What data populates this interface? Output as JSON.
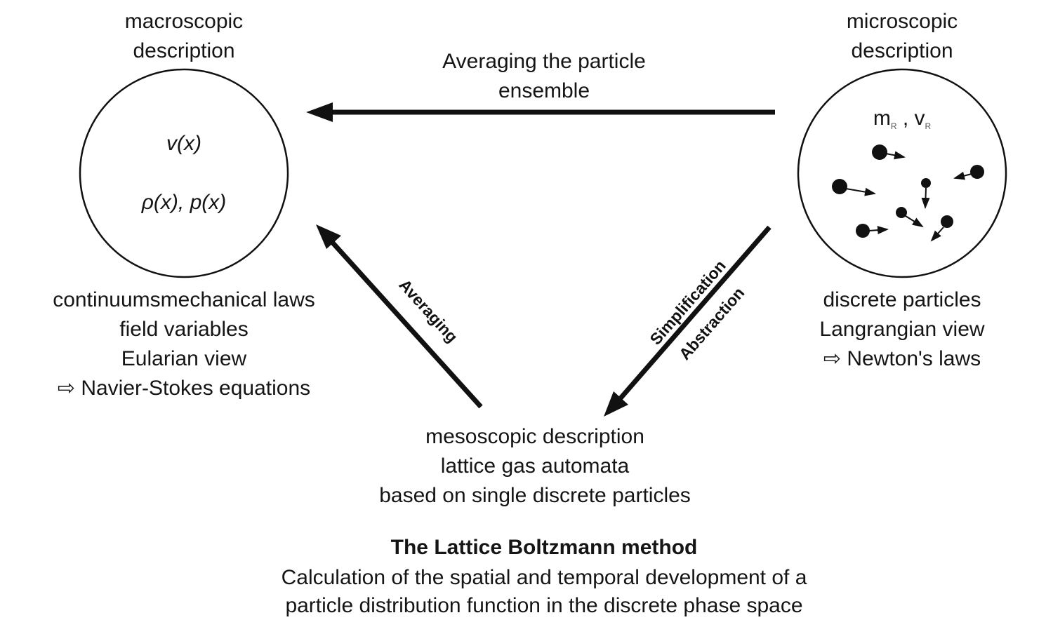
{
  "macro": {
    "heading_line1": "macroscopic",
    "heading_line2": "description",
    "var_velocity": "v(x)",
    "var_density_pressure": "ρ(x), p(x)",
    "desc": [
      "continuumsmechanical laws",
      "field variables",
      "Eularian view",
      "⇨ Navier-Stokes equations"
    ]
  },
  "micro": {
    "heading_line1": "microscopic",
    "heading_line2": "description",
    "mass_symbol": "m",
    "velocity_symbol": "v",
    "subscript": "R",
    "separator": ",",
    "desc": [
      "discrete particles",
      "Langrangian view",
      "⇨ Newton's laws"
    ]
  },
  "arrows": {
    "top_line1": "Averaging the particle",
    "top_line2": "ensemble",
    "left_diag": "Averaging",
    "right_diag_line1": "Simplification",
    "right_diag_line2": "Abstraction"
  },
  "meso": {
    "desc": [
      "mesoscopic description",
      "lattice gas automata",
      "based on single discrete particles"
    ]
  },
  "footer": {
    "title": "The Lattice Boltzmann method",
    "line1": "Calculation of the spatial and temporal development of a",
    "line2": "particle distribution function in the discrete phase space"
  },
  "colors": {
    "ink": "#111111",
    "background": "#ffffff"
  }
}
